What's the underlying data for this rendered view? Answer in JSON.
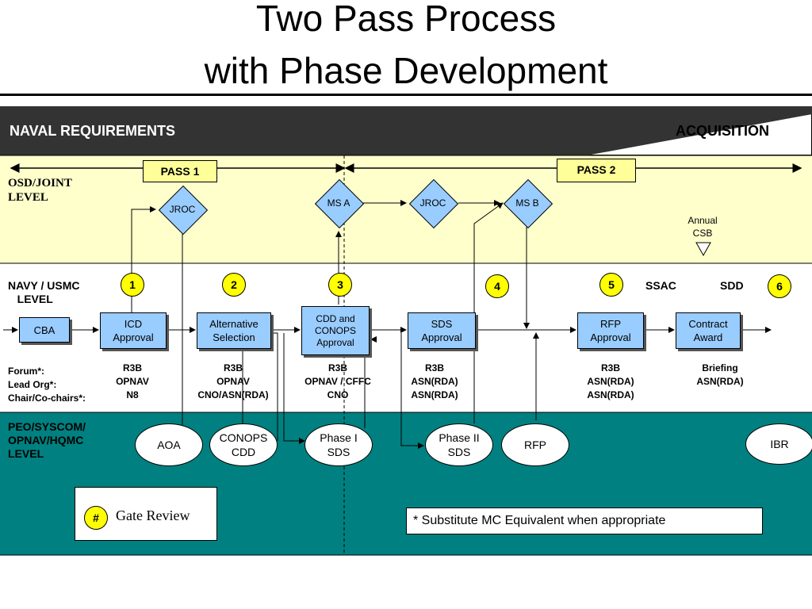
{
  "title": {
    "line1": "Two Pass Process",
    "line2": "with Phase Development"
  },
  "header": {
    "left": "NAVAL REQUIREMENTS",
    "right": "ACQUISITION"
  },
  "levels": {
    "osd": "OSD/JOINT\nLEVEL",
    "navy": "NAVY / USMC\n   LEVEL",
    "peo": "PEO/SYSCOM/\nOPNAV/HQMC\nLEVEL"
  },
  "passes": {
    "pass1": "PASS 1",
    "pass2": "PASS 2"
  },
  "diamonds": {
    "jroc1": "JROC",
    "msa": "MS A",
    "jroc2": "JROC",
    "msb": "MS B"
  },
  "annual_csb": "Annual\nCSB",
  "gates": [
    "1",
    "2",
    "3",
    "4",
    "5",
    "6"
  ],
  "boxes": {
    "cba": "CBA",
    "icd": "ICD\nApproval",
    "alt": "Alternative\nSelection",
    "cdd": "CDD and\nCONOPS\nApproval",
    "sds": "SDS\nApproval",
    "rfp": "RFP\nApproval",
    "contract": "Contract\nAward"
  },
  "ssac": "SSAC",
  "sdd": "SDD",
  "orgs": {
    "legend": "Forum*:\nLead Org*:\nChair/Co-chairs*:",
    "icd": "R3B\nOPNAV\nN8",
    "alt": "R3B\nOPNAV\nCNO/ASN(RDA)",
    "cdd": "R3B\nOPNAV / CFFC\nCNO",
    "sds": "R3B\nASN(RDA)\nASN(RDA)",
    "rfp": "R3B\nASN(RDA)\nASN(RDA)",
    "contract": "Briefing\nASN(RDA)"
  },
  "ovals": {
    "aoa": "AOA",
    "conops": "CONOPS\nCDD",
    "phase1": "Phase I\nSDS",
    "phase2": "Phase II\nSDS",
    "rfp": "RFP",
    "ibr": "IBR"
  },
  "legend": {
    "symbol": "#",
    "label": "Gate Review"
  },
  "footnote": "* Substitute MC Equivalent when appropriate",
  "colors": {
    "yellow_band": "#ffffcc",
    "teal_band": "#008080",
    "box_fill": "#99ccff",
    "gate_fill": "#ffff00",
    "pass_fill": "#ffff99"
  }
}
